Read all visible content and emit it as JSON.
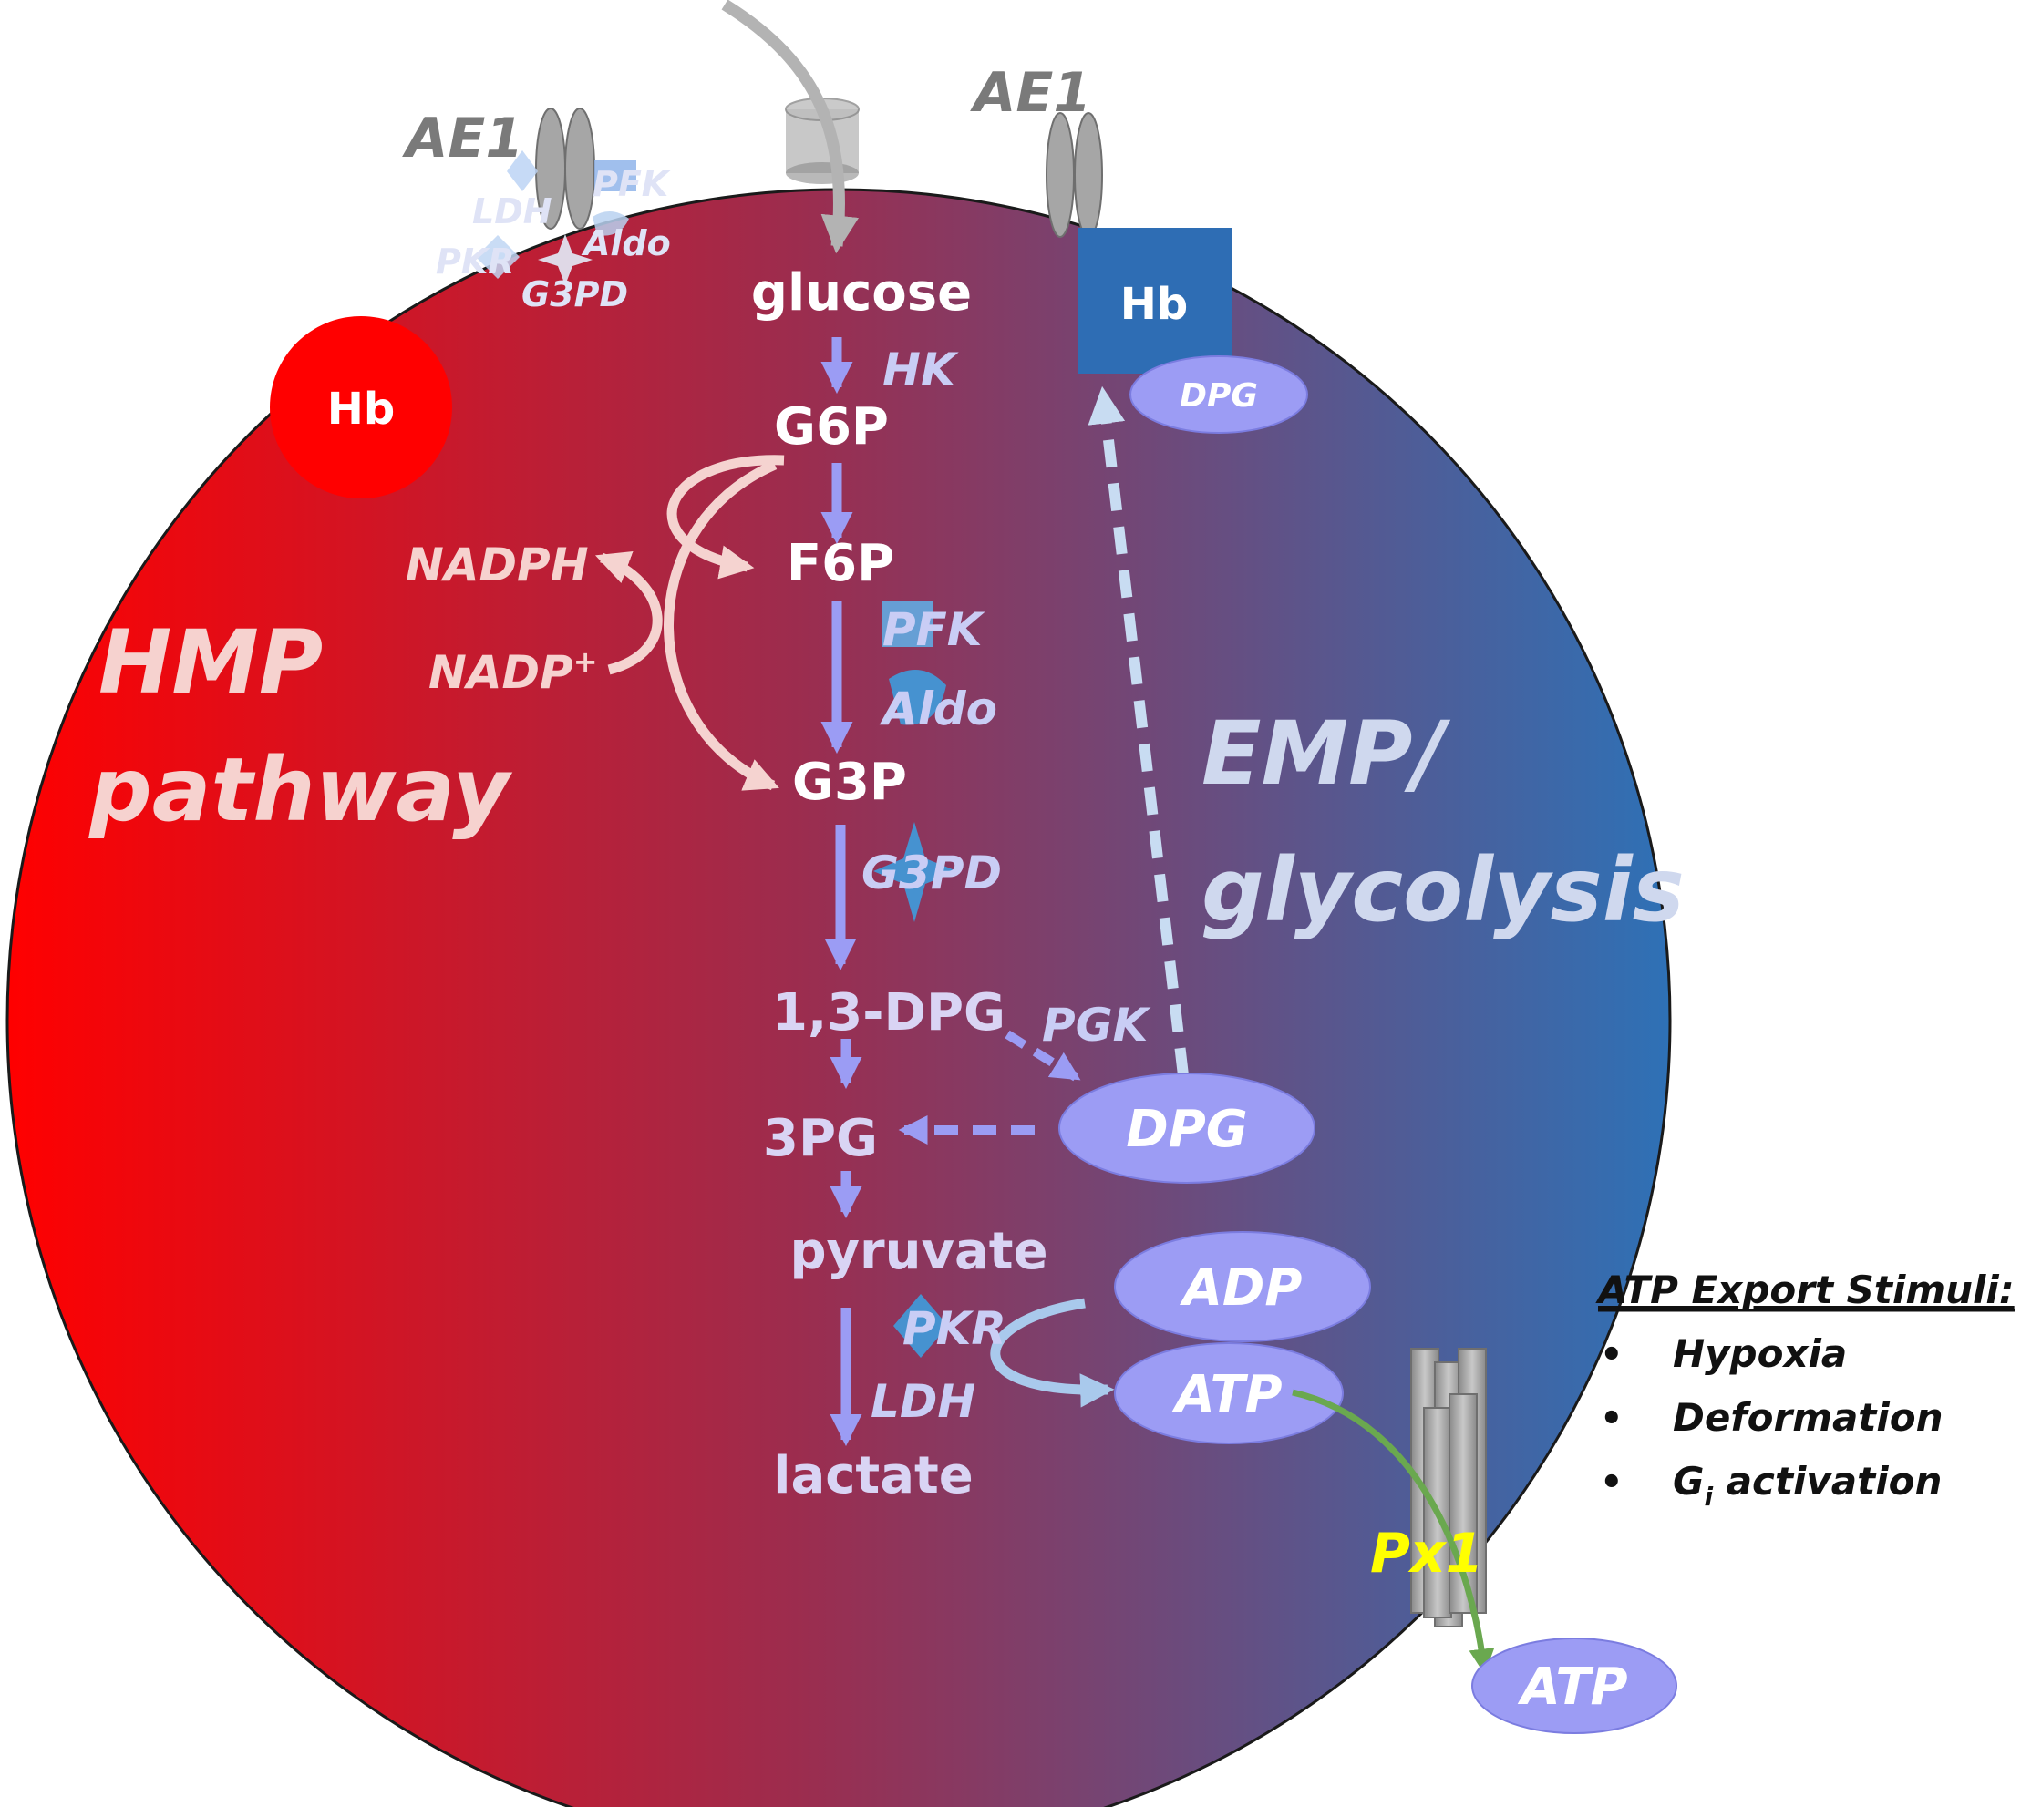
{
  "regions": {
    "hmp_line1": "HMP",
    "hmp_line2": "pathway",
    "emp_line1": "EMP/",
    "emp_line2": "glycolysis"
  },
  "transporters": {
    "ae1_left": "AE1",
    "ae1_right": "AE1",
    "px1": "Px1"
  },
  "membrane_complex": {
    "ldh": "LDH",
    "pfk": "PFK",
    "aldo": "Aldo",
    "pkr": "PKR",
    "g3pd": "G3PD"
  },
  "hemoglobin": {
    "free": "Hb",
    "bound": "Hb",
    "bound_dpg": "DPG"
  },
  "metabolites": {
    "glucose": "glucose",
    "g6p": "G6P",
    "f6p": "F6P",
    "g3p": "G3P",
    "dpg13": "1,3-DPG",
    "pg3": "3PG",
    "pyruvate": "pyruvate",
    "lactate": "lactate",
    "nadph": "NADPH",
    "nadp": "NADP",
    "nadp_sup": "+",
    "dpg": "DPG",
    "adp": "ADP",
    "atp_in": "ATP",
    "atp_out": "ATP"
  },
  "enzymes": {
    "hk": "HK",
    "pfk": "PFK",
    "aldo": "Aldo",
    "g3pd": "G3PD",
    "pgk": "PGK",
    "pkr": "PKR",
    "ldh": "LDH"
  },
  "stimuli": {
    "title": "ATP Export Stimuli:",
    "items": [
      "Hypoxia",
      "Deformation"
    ],
    "gi_main": "G",
    "gi_sub": "i",
    "gi_rest": " activation"
  },
  "colors": {
    "cell_left": "#ff0000",
    "cell_mid": "#9b2d4f",
    "cell_right": "#2e71b6",
    "flux_arrow": "#9b9cf4",
    "hmp_arrow": "#f5d3d0",
    "dpg_dashed": "#c8dcf2",
    "ellipse_fill": "#9c9cf4",
    "export_arrow": "#6aa84f",
    "px1_text": "#ffff00",
    "hb_free": "#ff0000",
    "hb_bound": "#2e6db4"
  }
}
